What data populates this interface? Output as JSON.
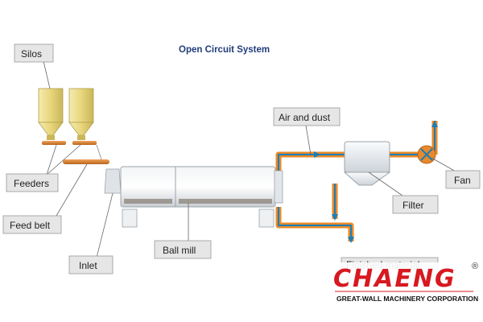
{
  "title": "Open Circuit System",
  "labels": {
    "silos": "Silos",
    "feeders": "Feeders",
    "feed_belt": "Feed belt",
    "inlet": "Inlet",
    "ball_mill": "Ball mill",
    "air_and_dust": "Air and dust",
    "filter": "Filter",
    "fan": "Fan",
    "finished_material": "Finished material"
  },
  "brand": {
    "logo_text": "CHAENG",
    "registered_mark": "®",
    "corporation": "GREAT-WALL MACHINERY CORPORATION",
    "logo_color": "#d71920"
  },
  "colors": {
    "duct_orange": "#e8892a",
    "flow_blue": "#1a7fb8",
    "title_blue": "#1f3d7a",
    "label_box": "#e6e6e6"
  },
  "icons": [
    "fan-icon",
    "flow-arrow-icon"
  ]
}
